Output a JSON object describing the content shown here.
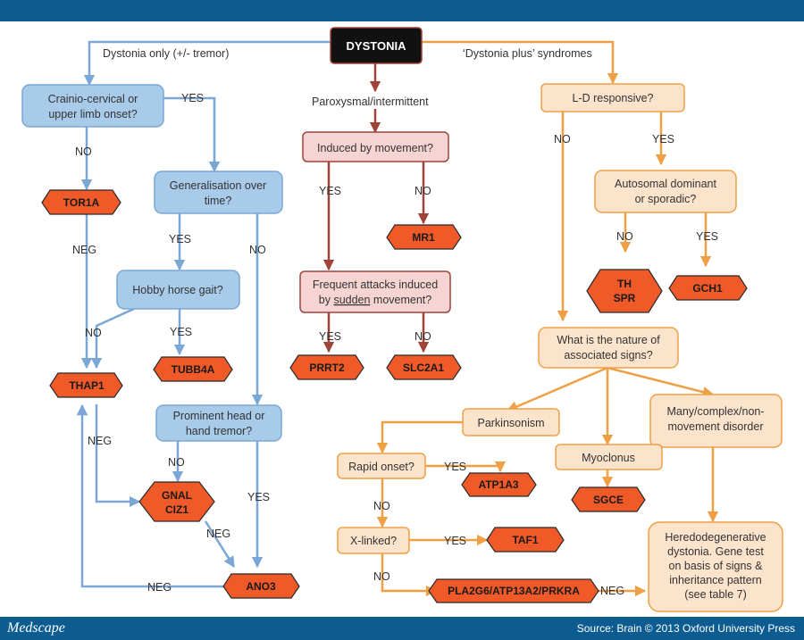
{
  "root": "DYSTONIA",
  "branches": {
    "left": "Dystonia only (+/- tremor)",
    "middle": "Paroxysmal/intermittent",
    "right": "‘Dystonia plus’ syndromes"
  },
  "blue": {
    "cranio_l1": "Crainio-cervical or",
    "cranio_l2": "upper limb onset?",
    "general_l1": "Generalisation over",
    "general_l2": "time?",
    "hobby": "Hobby horse gait?",
    "tremor_l1": "Prominent head or",
    "tremor_l2": "hand tremor?"
  },
  "red": {
    "induced": "Induced by movement?",
    "frequent_l1": "Frequent attacks induced",
    "frequent_l2a": "by ",
    "frequent_l2b": "sudden",
    "frequent_l2c": " movement?"
  },
  "orange": {
    "ld": "L-D responsive?",
    "auto_l1": "Autosomal dominant",
    "auto_l2": "or sporadic?",
    "nature_l1": "What is the nature of",
    "nature_l2": "associated signs?",
    "parkinsonism": "Parkinsonism",
    "many_l1": "Many/complex/non-",
    "many_l2": "movement disorder",
    "rapid": "Rapid onset?",
    "myoclonus": "Myoclonus",
    "xlinked": "X-linked?",
    "hered_l1": "Heredodegenerative",
    "hered_l2": "dystonia.  Gene test",
    "hered_l3": "on basis of signs &",
    "hered_l4": "inheritance pattern",
    "hered_l5": "(see table 7)"
  },
  "genes": {
    "tor1a": "TOR1A",
    "thap1": "THAP1",
    "tubb4a": "TUBB4A",
    "gnal": "GNAL",
    "ciz1": "CIZ1",
    "ano3": "ANO3",
    "mr1": "MR1",
    "prrt2": "PRRT2",
    "slc2a1": "SLC2A1",
    "th": "TH",
    "spr": "SPR",
    "gch1": "GCH1",
    "atp1a3": "ATP1A3",
    "sgce": "SGCE",
    "taf1": "TAF1",
    "pla2g6": "PLA2G6/ATP13A2/PRKRA"
  },
  "labels": {
    "yes": "YES",
    "no": "NO",
    "neg": "NEG"
  },
  "footer": {
    "brand": "Medscape",
    "source": "Source: Brain © 2013 Oxford University Press"
  },
  "colors": {
    "blue_fill": "#a8cbea",
    "blue_line": "#7aa7d6",
    "pink_fill": "#f7d4d4",
    "red_line": "#a0443a",
    "peach_fill": "#fbe3cc",
    "orange_line": "#f0a044",
    "gene_fill": "#f05a28",
    "header": "#0d5c91"
  }
}
